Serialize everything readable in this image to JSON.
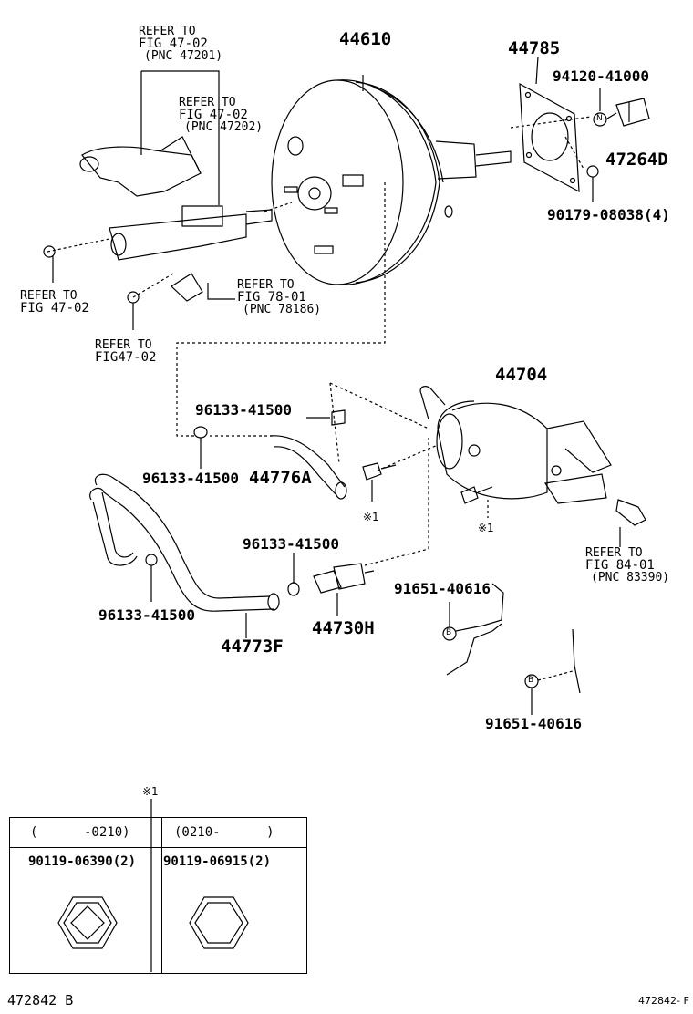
{
  "labels": {
    "p44610": "44610",
    "p44785": "44785",
    "p94120": "94120-41000",
    "p47264d": "47264D",
    "p90179": "90179-08038(4)",
    "p44704": "44704",
    "p96133_a": "96133-41500",
    "p96133_b": "96133-41500",
    "p44776a": "44776A",
    "p96133_c": "96133-41500",
    "p96133_d": "96133-41500",
    "p44773f": "44773F",
    "p44730h": "44730H",
    "p91651_a": "91651-40616",
    "p91651_b": "91651-40616",
    "star1_a": "※1",
    "star1_b": "※1",
    "star1_c": "※1"
  },
  "refs": {
    "r1": [
      "REFER TO",
      "FIG 47-02",
      "(PNC 47201)"
    ],
    "r2": [
      "REFER TO",
      "FIG 47-02",
      "(PNC 47202)"
    ],
    "r3": [
      "REFER TO",
      "FIG 47-02"
    ],
    "r4": [
      "REFER TO",
      "FIG 78-01",
      "(PNC 78186)"
    ],
    "r5": [
      "REFER TO",
      "FIG47-02"
    ],
    "r6": [
      "REFER TO",
      "FIG 84-01",
      "(PNC 83390)"
    ]
  },
  "markers": {
    "n": "N",
    "b1": "B",
    "b2": "B"
  },
  "table": {
    "col1_header": "(      -0210)",
    "col2_header": "(0210-      )",
    "col1_part": "90119-06390(2)",
    "col2_part": "90119-06915(2)"
  },
  "footer": {
    "left": "472842 B",
    "right": "472842- F"
  }
}
